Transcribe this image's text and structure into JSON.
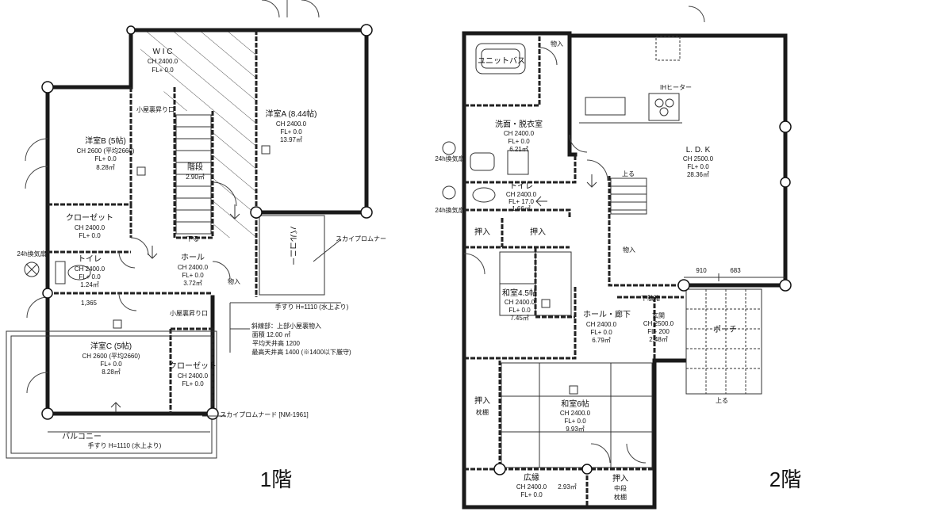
{
  "floors": {
    "f1": {
      "title": "1階",
      "rooms": {
        "wic": {
          "name": "W I C",
          "ch": "CH 2400.0",
          "fl": "FL+  0.0"
        },
        "yoA": {
          "name": "洋室A (8.44帖)",
          "ch": "CH 2400.0",
          "fl": "FL+  0.0",
          "area": "13.97㎡"
        },
        "yoB": {
          "name": "洋室B (5帖)",
          "ch": "CH 2600 (平均2660)",
          "fl": "FL+  0.0",
          "area": "8.28㎡"
        },
        "kaidan": {
          "name": "階段",
          "area": "2.90㎡"
        },
        "closet1": {
          "name": "クローゼット",
          "ch": "CH 2400.0",
          "fl": "FL+  0.0"
        },
        "toilet": {
          "name": "トイレ",
          "ch": "CH 2400.0",
          "fl": "FL+  0.0",
          "area": "1.24㎡"
        },
        "hall": {
          "name": "ホール",
          "ch": "CH 2400.0",
          "fl": "FL+  0.0",
          "area": "3.72㎡"
        },
        "yoC": {
          "name": "洋室C (5帖)",
          "ch": "CH 2600 (平均2660)",
          "fl": "FL+  0.0",
          "area": "8.28㎡"
        },
        "closet2": {
          "name": "クローゼット",
          "ch": "CH 2400.0",
          "fl": "FL+  0.0"
        },
        "balcony1": {
          "name": "バルコニー"
        },
        "balcony2": {
          "name": "バルコニー"
        }
      },
      "labels": {
        "attic1": "小屋裏昇り口",
        "attic2": "小屋裏昇り口",
        "vent1": "24h換気扇",
        "dim": "1,365",
        "down": "下る",
        "storage": "物入",
        "skyroof": "スカイプロムナー",
        "skyroof2": "スカイプロムナード [NM-1961]",
        "railing1": "手すり H=1110 (水上より)",
        "railing2": "手すり H=1110 (水上より)",
        "note_ladder": "斜線部：上部小屋裏物入",
        "note_area": "面積 12.00 ㎡",
        "note_avg": "平均天井高 1200",
        "note_max": "最高天井高 1400 (※1400以下厳守)"
      }
    },
    "f2": {
      "title": "2階",
      "rooms": {
        "bath": {
          "name": "ユニットバス"
        },
        "storage1": {
          "name": "物入"
        },
        "wash": {
          "name": "洗面・脱衣室",
          "ch": "CH 2400.0",
          "fl": "FL+  0.0",
          "area": "6.21㎡"
        },
        "toilet": {
          "name": "トイレ",
          "ch": "CH 2400.0",
          "fl": "FL+  17.0",
          "area": "1.66㎡"
        },
        "ldk": {
          "name": "L.  D.  K",
          "ch": "CH 2500.0",
          "fl": "FL+  0.0",
          "area": "28.36㎡"
        },
        "oshiire1": {
          "name": "押入"
        },
        "oshiire2": {
          "name": "押入"
        },
        "storage2": {
          "name": "物入"
        },
        "washitsu45": {
          "name": "和室4.5帖",
          "ch": "CH 2400.0",
          "fl": "FL+  0.0",
          "area": "7.45㎡"
        },
        "hallroka": {
          "name": "ホール・廊下",
          "ch": "CH 2400.0",
          "fl": "FL+  0.0",
          "area": "6.79㎡"
        },
        "genkan": {
          "name": "玄関",
          "ch": "CH 2500.0",
          "fl": "FL- 200",
          "area": "2.48㎡"
        },
        "porch": {
          "name": "ポーチ"
        },
        "oshiire3": {
          "name": "押入",
          "sub": "枕棚"
        },
        "washitsu6": {
          "name": "和室6帖",
          "ch": "CH 2400.0",
          "fl": "FL+  0.0",
          "area": "9.93㎡"
        },
        "hiroen": {
          "name": "広縁",
          "ch": "CH 2400.0",
          "fl": "FL+  0.0",
          "area": "2.93㎡"
        },
        "oshiire4": {
          "name": "押入",
          "sub1": "中段",
          "sub2": "枕棚"
        }
      },
      "labels": {
        "heater": "IHヒーター",
        "up1": "上る",
        "up2": "上る",
        "shoes": "下駄箱",
        "vent1": "24h換気扇",
        "vent2": "24h換気扇",
        "dim1": "910",
        "dim2": "683"
      }
    }
  }
}
